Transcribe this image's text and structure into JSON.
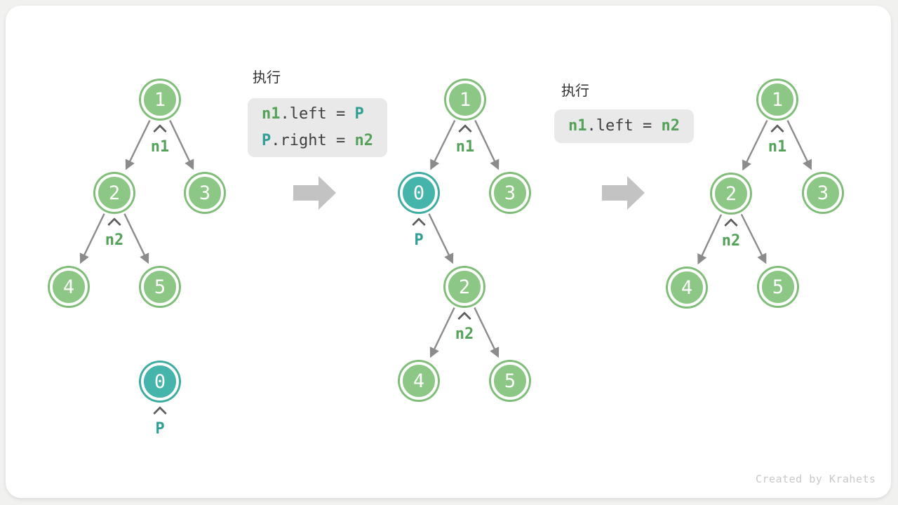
{
  "watermark": "Created by Krahets",
  "colors": {
    "node_green_fill": "#8dc786",
    "node_green_ring": "#80bd79",
    "node_teal_fill": "#45b4aa",
    "node_teal_ring": "#3eaca0",
    "edge_gray": "#8b8b8b",
    "block_arrow_gray": "#c3c3c3",
    "code_background": "#e9e9e9",
    "code_plain": "#3f3f3f",
    "code_green": "#54a158",
    "code_teal": "#2f9e94",
    "card_background": "#ffffff",
    "page_background": "#f1f1f0"
  },
  "code_blocks": [
    {
      "exec_label": "执行",
      "lines": [
        [
          {
            "t": "n1",
            "c": "green"
          },
          {
            "t": ".left = ",
            "c": "plain"
          },
          {
            "t": "P",
            "c": "teal"
          }
        ],
        [
          {
            "t": "P",
            "c": "teal"
          },
          {
            "t": ".right = ",
            "c": "plain"
          },
          {
            "t": "n2",
            "c": "green"
          }
        ]
      ]
    },
    {
      "exec_label": "执行",
      "lines": [
        [
          {
            "t": "n1",
            "c": "green"
          },
          {
            "t": ".left = ",
            "c": "plain"
          },
          {
            "t": "n2",
            "c": "green"
          }
        ]
      ]
    }
  ],
  "trees": [
    {
      "name": "before-insertion",
      "nodes": [
        {
          "value": "1",
          "variant": "green"
        },
        {
          "value": "2",
          "variant": "green"
        },
        {
          "value": "3",
          "variant": "green"
        },
        {
          "value": "4",
          "variant": "green"
        },
        {
          "value": "5",
          "variant": "green"
        },
        {
          "value": "0",
          "variant": "teal"
        }
      ],
      "edges": [
        "1->2",
        "1->3",
        "2->4",
        "2->5"
      ],
      "pointers": [
        {
          "name": "n1",
          "target": "1"
        },
        {
          "name": "n2",
          "target": "2"
        },
        {
          "name": "P",
          "target": "0"
        }
      ]
    },
    {
      "name": "during-insertion",
      "nodes": [
        {
          "value": "1",
          "variant": "green"
        },
        {
          "value": "0",
          "variant": "teal"
        },
        {
          "value": "3",
          "variant": "green"
        },
        {
          "value": "2",
          "variant": "green"
        },
        {
          "value": "4",
          "variant": "green"
        },
        {
          "value": "5",
          "variant": "green"
        }
      ],
      "edges": [
        "1->0",
        "1->3",
        "0->2",
        "2->4",
        "2->5"
      ],
      "pointers": [
        {
          "name": "n1",
          "target": "1"
        },
        {
          "name": "P",
          "target": "0"
        },
        {
          "name": "n2",
          "target": "2"
        }
      ]
    },
    {
      "name": "after-removal",
      "nodes": [
        {
          "value": "1",
          "variant": "green"
        },
        {
          "value": "2",
          "variant": "green"
        },
        {
          "value": "3",
          "variant": "green"
        },
        {
          "value": "4",
          "variant": "green"
        },
        {
          "value": "5",
          "variant": "green"
        }
      ],
      "edges": [
        "1->2",
        "1->3",
        "2->4",
        "2->5"
      ],
      "pointers": [
        {
          "name": "n1",
          "target": "1"
        },
        {
          "name": "n2",
          "target": "2"
        }
      ]
    }
  ]
}
